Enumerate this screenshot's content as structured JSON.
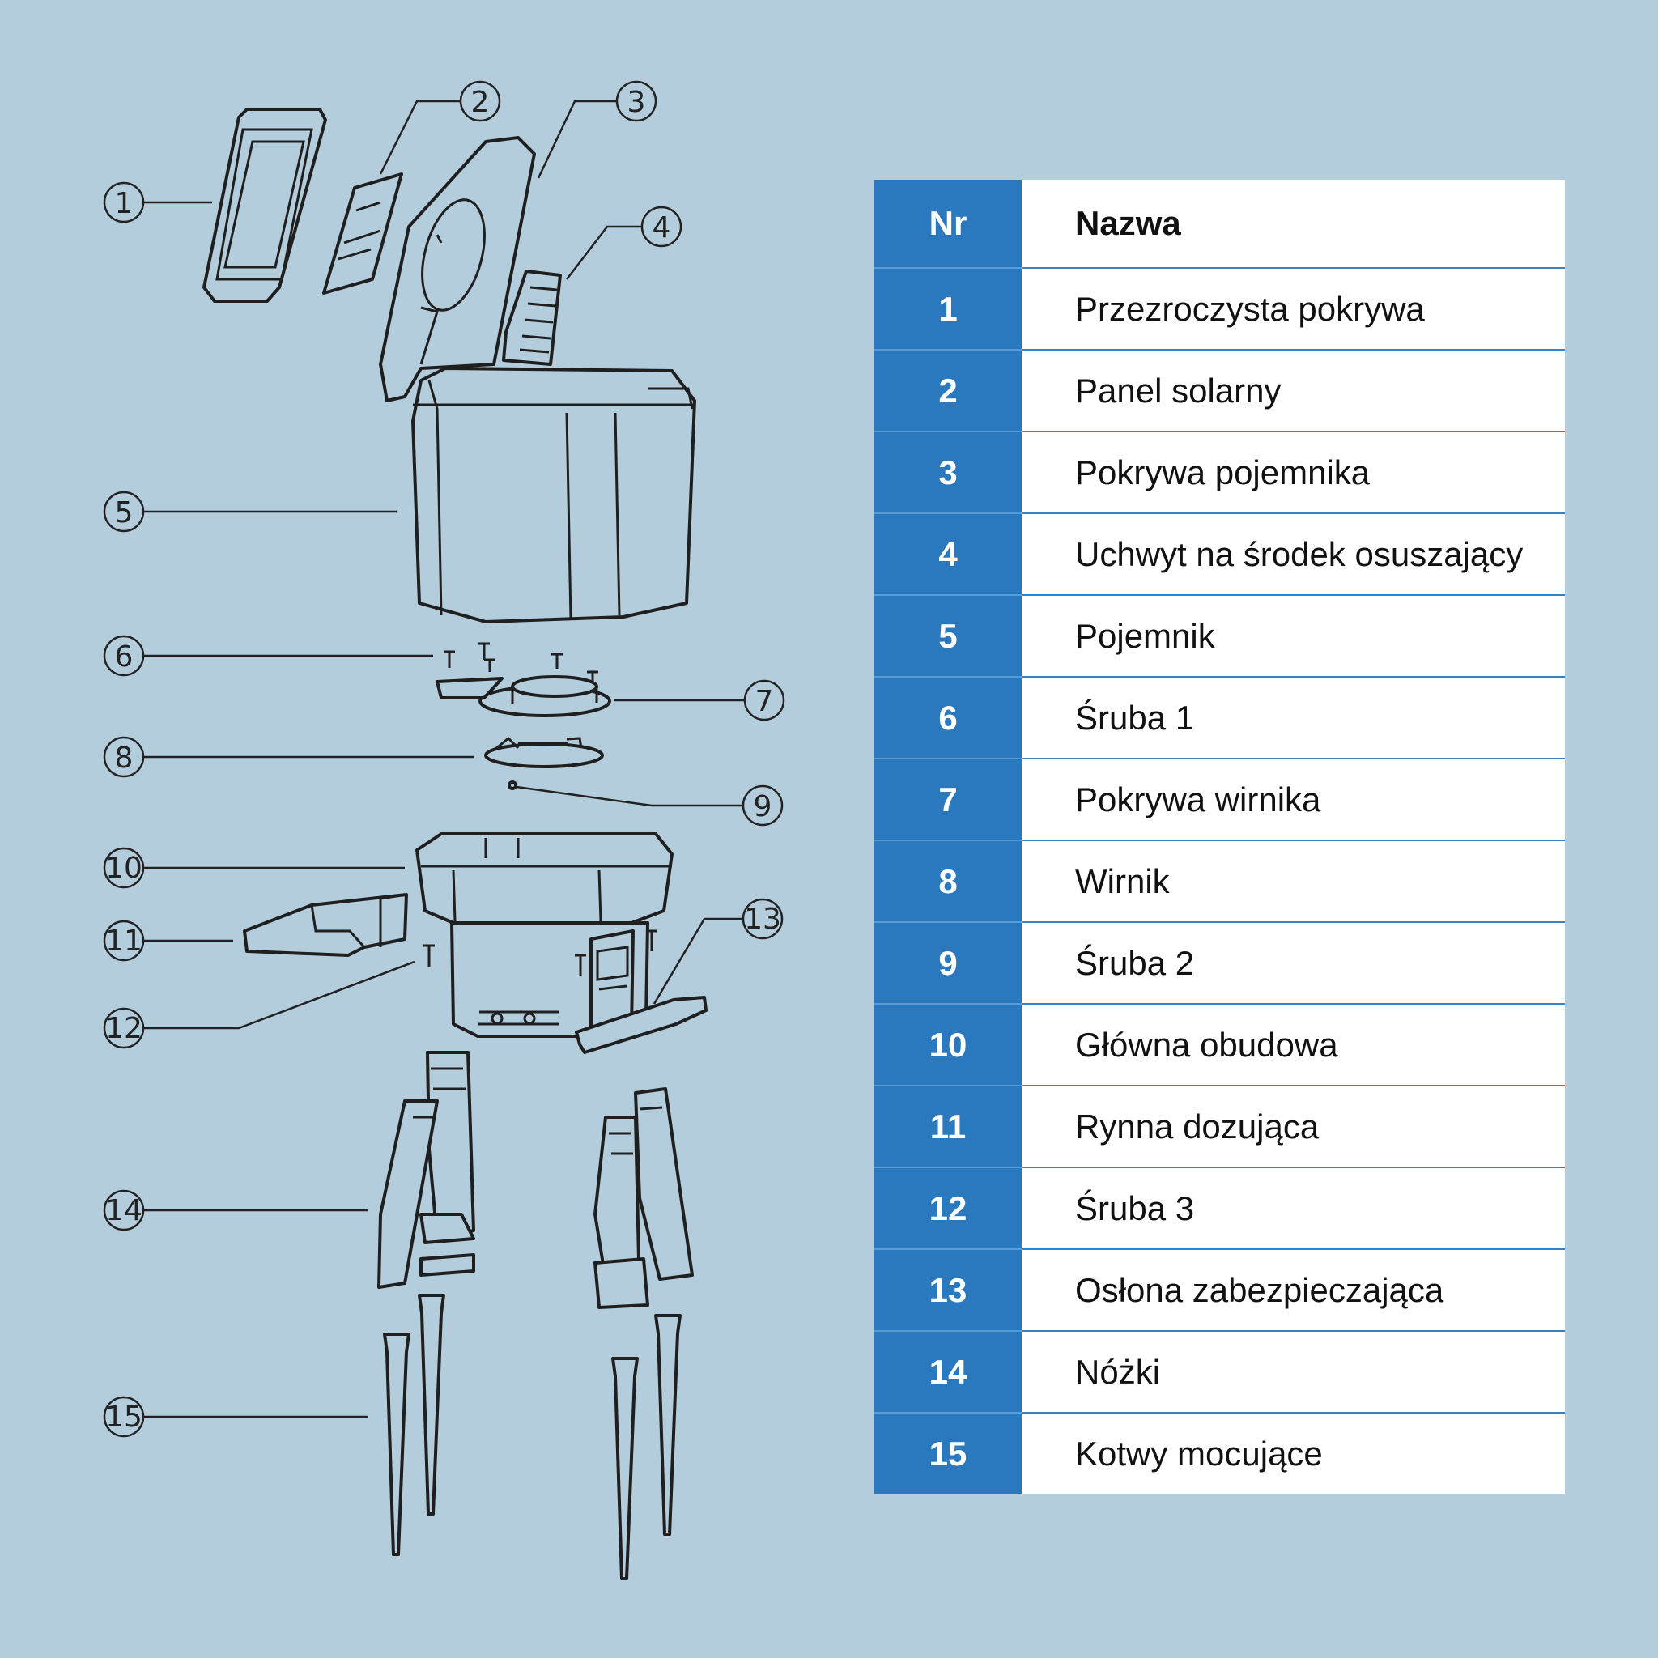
{
  "table": {
    "header_nr": "Nr",
    "header_name": "Nazwa",
    "rows": [
      {
        "nr": "1",
        "name": "Przezroczysta pokrywa"
      },
      {
        "nr": "2",
        "name": "Panel solarny"
      },
      {
        "nr": "3",
        "name": "Pokrywa pojemnika"
      },
      {
        "nr": "4",
        "name": "Uchwyt na środek osuszający"
      },
      {
        "nr": "5",
        "name": "Pojemnik"
      },
      {
        "nr": "6",
        "name": "Śruba 1"
      },
      {
        "nr": "7",
        "name": "Pokrywa wirnika"
      },
      {
        "nr": "8",
        "name": "Wirnik"
      },
      {
        "nr": "9",
        "name": "Śruba 2"
      },
      {
        "nr": "10",
        "name": "Główna obudowa"
      },
      {
        "nr": "11",
        "name": "Rynna dozująca"
      },
      {
        "nr": "12",
        "name": "Śruba 3"
      },
      {
        "nr": "13",
        "name": "Osłona zabezpieczająca"
      },
      {
        "nr": "14",
        "name": "Nóżki"
      },
      {
        "nr": "15",
        "name": "Kotwy mocujące"
      }
    ]
  },
  "callouts": [
    "1",
    "2",
    "3",
    "4",
    "5",
    "6",
    "7",
    "8",
    "9",
    "10",
    "11",
    "12",
    "13",
    "14",
    "15"
  ],
  "colors": {
    "background": "#b4cddd",
    "table_accent": "#2a78bd",
    "table_body": "#ffffff",
    "table_divider": "#3b82c4",
    "drawing_line": "#1f1f1f"
  }
}
